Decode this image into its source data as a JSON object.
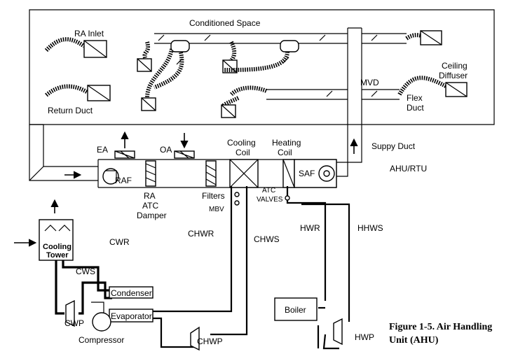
{
  "labels": {
    "conditioned_space": "Conditioned Space",
    "ra_inlet": "RA Inlet",
    "return_duct": "Return Duct",
    "mvd": "MVD",
    "ceiling": "Ceiling",
    "diffuser": "Diffuser",
    "flex": "Flex",
    "duct": "Duct",
    "ea": "EA",
    "oa": "OA",
    "cooling": "Cooling",
    "coil_c": "Coil",
    "heating": "Heating",
    "coil_h": "Coil",
    "suppy_duct": "Suppy Duct",
    "ahu_rtu": "AHU/RTU",
    "raf": "RAF",
    "saf": "SAF",
    "ra": "RA",
    "atc": "ATC",
    "damper": "Damper",
    "filters": "Filters",
    "mbv": "MBV",
    "atc2": "ATC",
    "valves": "VALVES",
    "chwr": "CHWR",
    "chws": "CHWS",
    "hwr": "HWR",
    "hhws": "HHWS",
    "cwr": "CWR",
    "cws": "CWS",
    "cooling_tower_1": "Cooling",
    "cooling_tower_2": "Tower",
    "condenser": "Condenser",
    "evaporator": "Evaporator",
    "compressor": "Compressor",
    "cwp": "CWP",
    "chwp": "CHWP",
    "boiler": "Boiler",
    "hwp": "HWP"
  },
  "caption": {
    "line1": "Figure 1-5. Air Handling",
    "line2": "Unit (AHU)"
  }
}
